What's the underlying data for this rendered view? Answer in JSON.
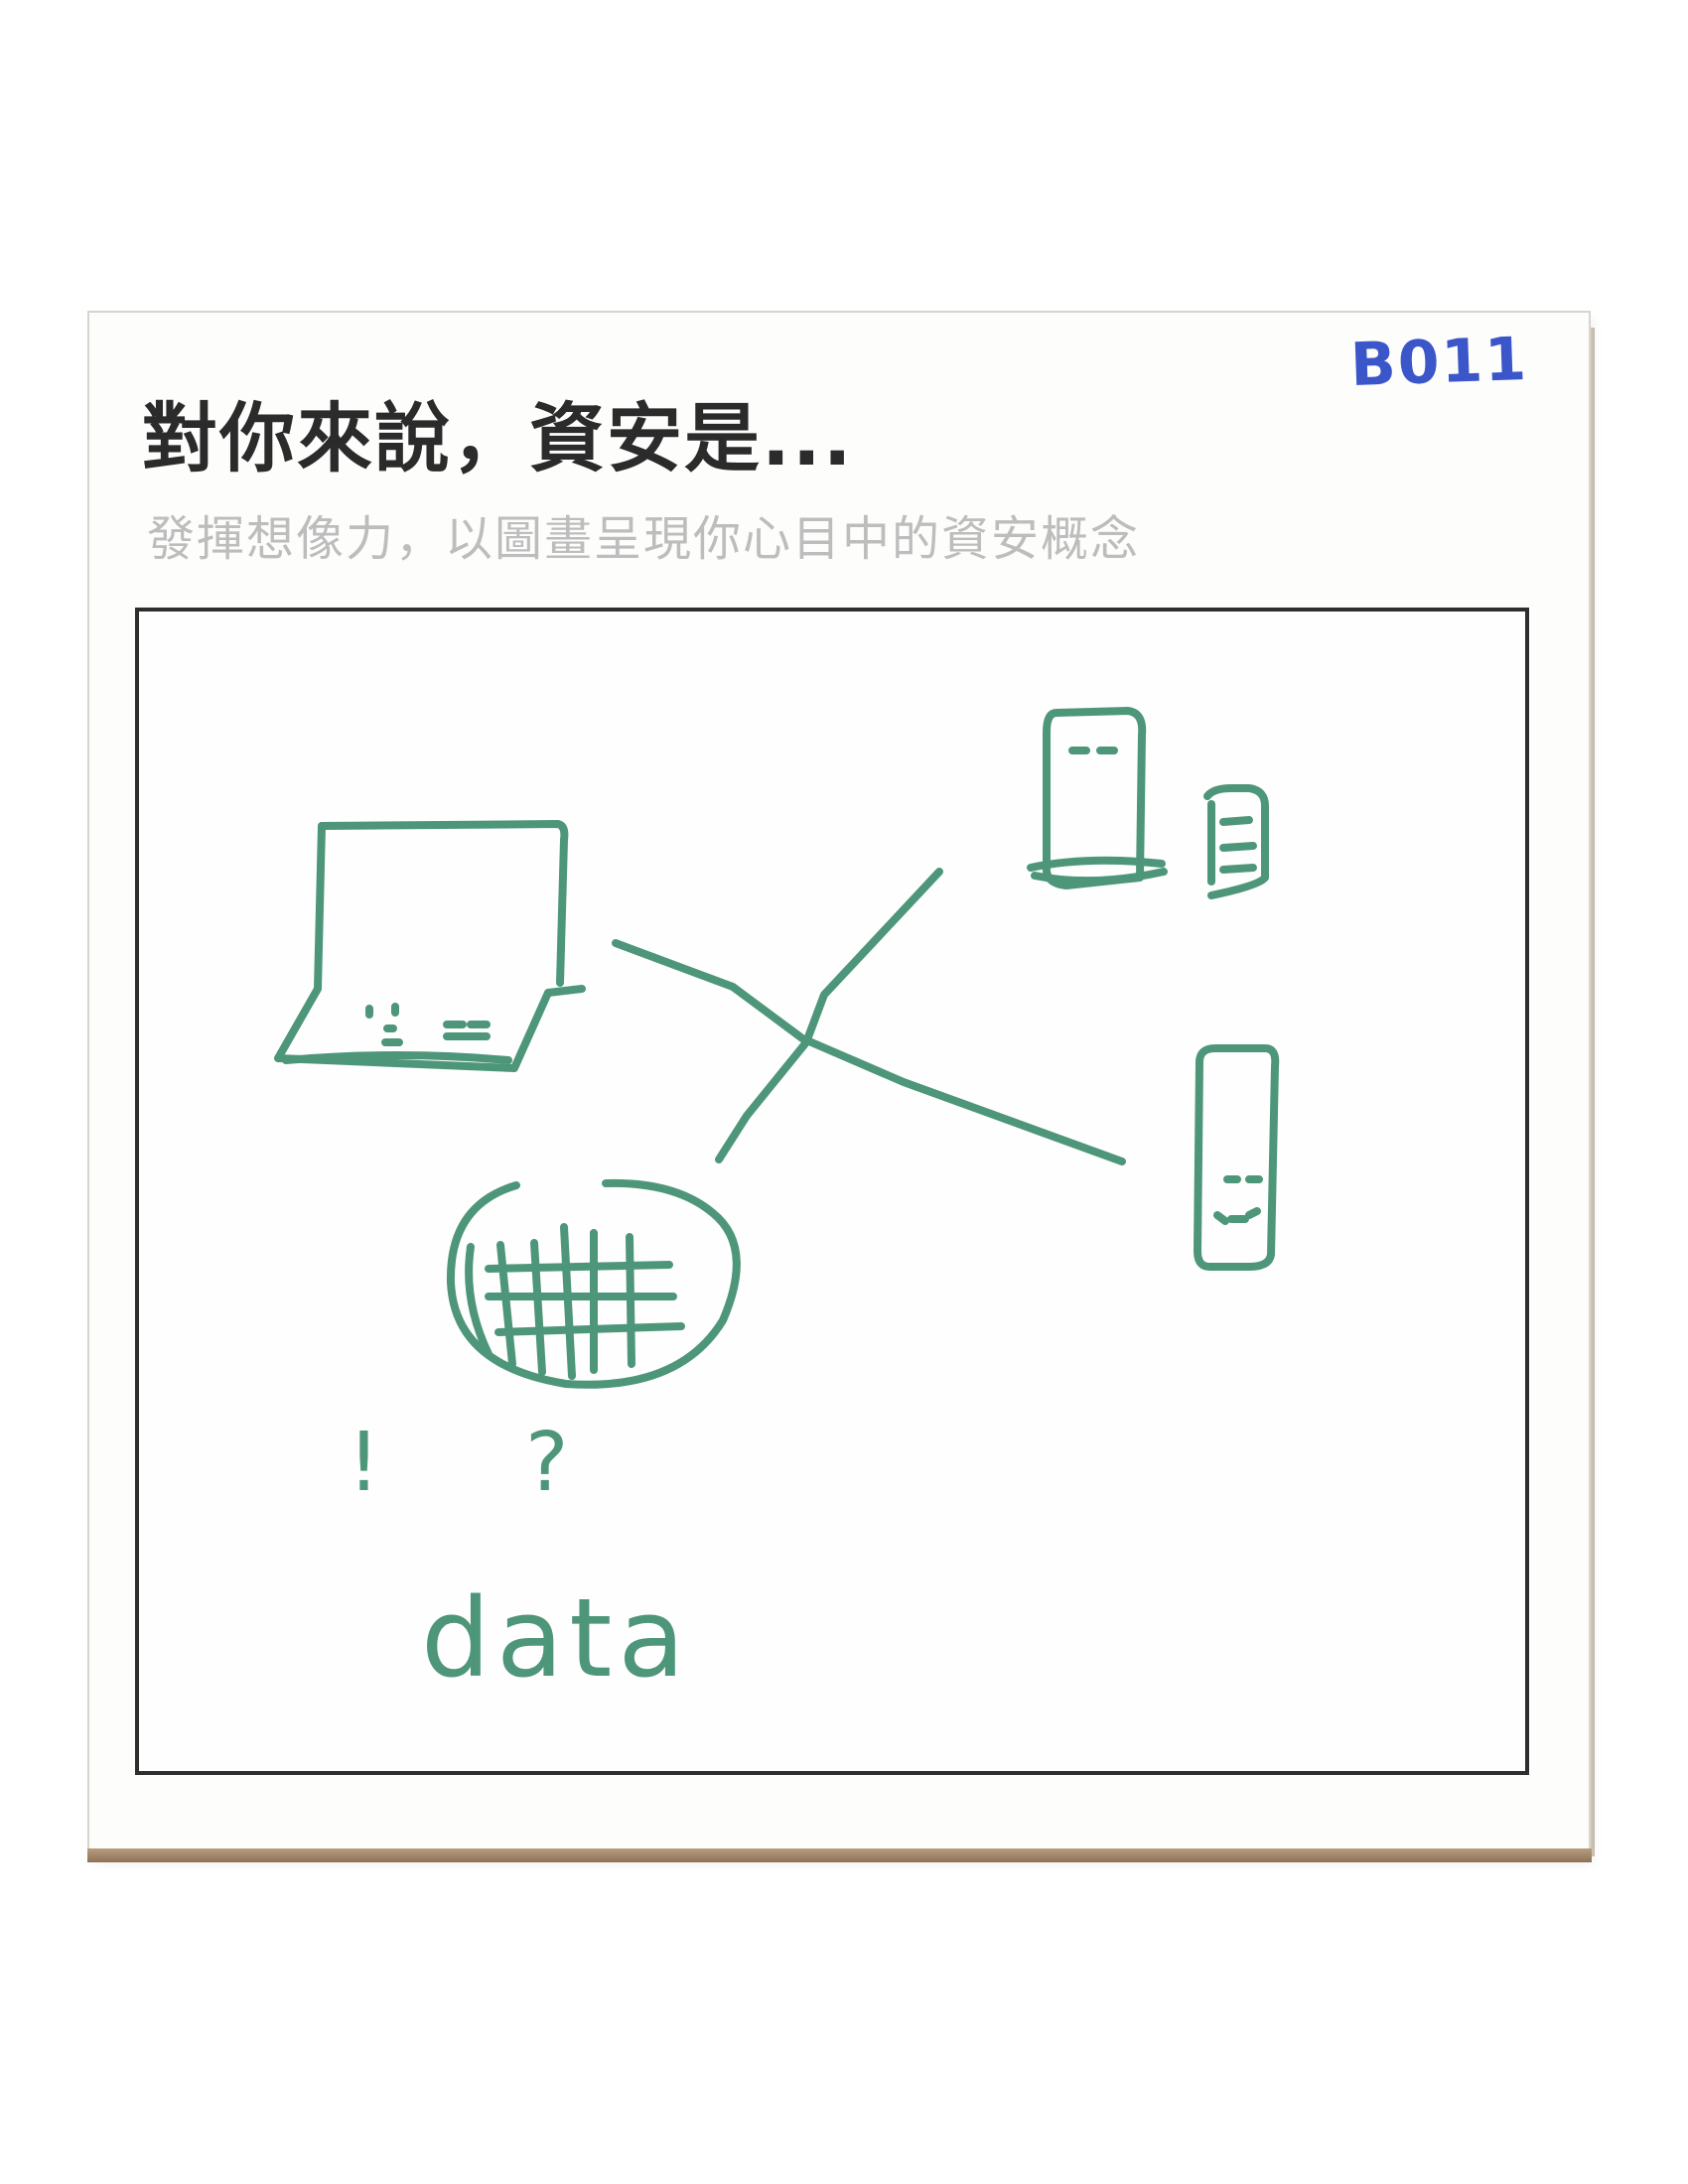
{
  "card": {
    "code": "B011",
    "title": "對你來說，資安是...",
    "subtitle": "發揮想像力，以圖畫呈現你心目中的資安概念"
  },
  "drawing": {
    "marks": "! ?",
    "word": "data",
    "ink_color": "#4e967a"
  }
}
